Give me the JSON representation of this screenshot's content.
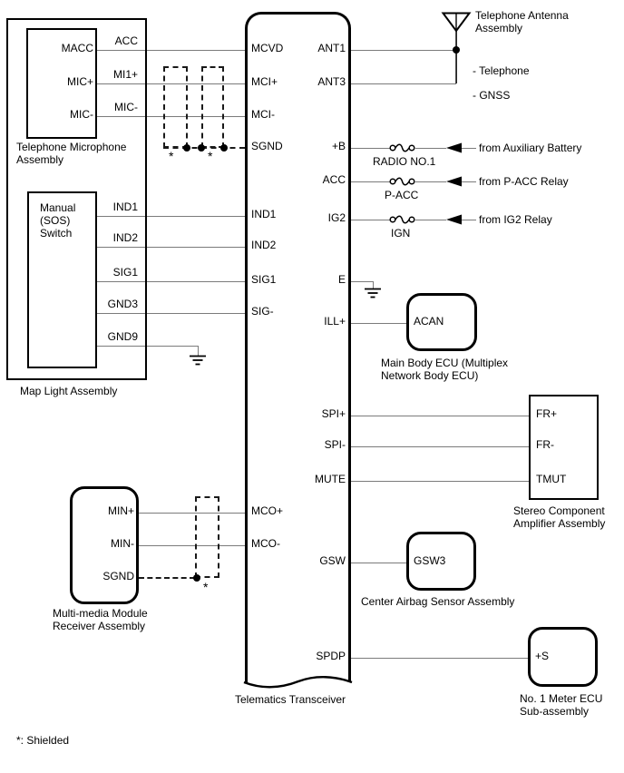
{
  "transceiver": {
    "label": "Telematics Transceiver",
    "left_pins": [
      "MCVD",
      "MCI+",
      "MCI-",
      "SGND",
      "IND1",
      "IND2",
      "SIG1",
      "SIG-",
      "MCO+",
      "MCO-"
    ],
    "right_pins": [
      "ANT1",
      "ANT3",
      "+B",
      "ACC",
      "IG2",
      "E",
      "ILL+",
      "SPI+",
      "SPI-",
      "MUTE",
      "GSW",
      "SPDP"
    ]
  },
  "map_light": {
    "label": "Map Light Assembly",
    "microphone": {
      "label": "Telephone Microphone Assembly",
      "pins": [
        "MACC",
        "MIC+",
        "MIC-"
      ],
      "wire_labels": [
        "ACC",
        "MI1+",
        "MIC-"
      ]
    },
    "sos_switch": {
      "label": "Manual (SOS) Switch",
      "wire_labels": [
        "IND1",
        "IND2",
        "SIG1",
        "GND3",
        "GND9"
      ]
    }
  },
  "antenna": {
    "label": "Telephone Antenna Assembly",
    "services": [
      "- Telephone",
      "- GNSS"
    ]
  },
  "power_inputs": [
    {
      "fuse": "RADIO NO.1",
      "source": "from Auxiliary Battery"
    },
    {
      "fuse": "P-ACC",
      "source": "from P-ACC Relay"
    },
    {
      "fuse": "IGN",
      "source": "from IG2 Relay"
    }
  ],
  "main_body_ecu": {
    "pin": "ACAN",
    "label": "Main Body ECU (Multiplex Network Body ECU)"
  },
  "amplifier": {
    "label": "Stereo Component Amplifier Assembly",
    "pins": [
      "FR+",
      "FR-",
      "TMUT"
    ]
  },
  "airbag_sensor": {
    "pin": "GSW3",
    "label": "Center Airbag Sensor Assembly"
  },
  "meter_ecu": {
    "pin": "+S",
    "label": "No. 1 Meter ECU Sub-assembly"
  },
  "receiver": {
    "label": "Multi-media Module Receiver Assembly",
    "pins": [
      "MIN+",
      "MIN-",
      "SGND"
    ]
  },
  "shield": {
    "marker": "*",
    "note": "*: Shielded"
  }
}
